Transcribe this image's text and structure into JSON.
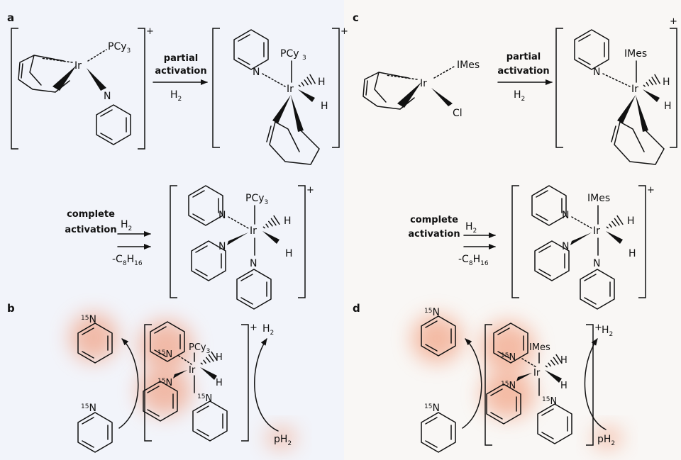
{
  "panels": {
    "a": {
      "label": "a"
    },
    "b": {
      "label": "b"
    },
    "c": {
      "label": "c"
    },
    "d": {
      "label": "d"
    }
  },
  "steps": {
    "partial": [
      "partial",
      "activation"
    ],
    "complete": [
      "complete",
      "activation"
    ],
    "h2": "H",
    "h2_sub": "2",
    "cod_loss": "-C",
    "cod_c_sub": "8",
    "cod_h": "H",
    "cod_h_sub": "16"
  },
  "atoms": {
    "ir": "Ir",
    "n": "N",
    "h": "H",
    "cl": "Cl",
    "pcy": "PCy",
    "pcy_sub": "3",
    "imes": "IMes",
    "isotope": "15",
    "charge": "+",
    "h2": "H",
    "h2_sub": "2",
    "ph2": "pH",
    "ph2_sub": "2"
  },
  "colors": {
    "left_background": "#f2f4fa",
    "right_background": "#f9f7f5",
    "highlight": "#f08a64"
  }
}
